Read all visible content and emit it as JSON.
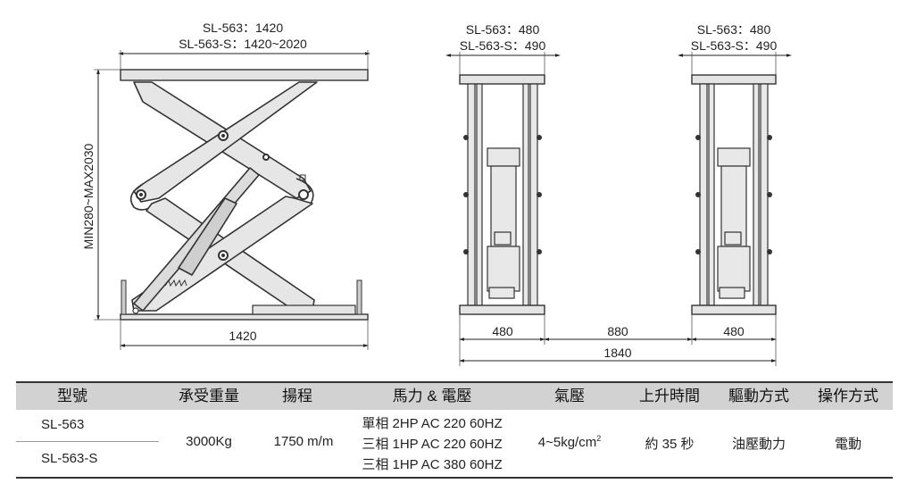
{
  "drawing": {
    "side_view": {
      "top_dims": [
        "SL-563：1420",
        "SL-563-S：1420~2020"
      ],
      "height_dim": "MIN280~MAX2030",
      "bottom_dim": "1420"
    },
    "front_view_1": {
      "top_dims": [
        "SL-563：480",
        "SL-563-S：490"
      ]
    },
    "front_view_2": {
      "top_dims": [
        "SL-563：480",
        "SL-563-S：490"
      ]
    },
    "bottom_dims": {
      "left": "480",
      "middle": "880",
      "right": "480",
      "total": "1840"
    }
  },
  "table": {
    "headers": [
      "型號",
      "承受重量",
      "揚程",
      "馬力 & 電壓",
      "氣壓",
      "上升時間",
      "驅動方式",
      "操作方式"
    ],
    "models": [
      "SL-563",
      "SL-563-S"
    ],
    "capacity": "3000Kg",
    "lift_height": "1750 m/m",
    "power": [
      "單相 2HP AC 220 60HZ",
      "三相 1HP AC 220 60HZ",
      "三相 1HP AC 380 60HZ"
    ],
    "air_pressure": "4~5kg/cm",
    "air_pressure_sup": "2",
    "rise_time": "約 35 秒",
    "drive": "油壓動力",
    "operation": "電動"
  }
}
